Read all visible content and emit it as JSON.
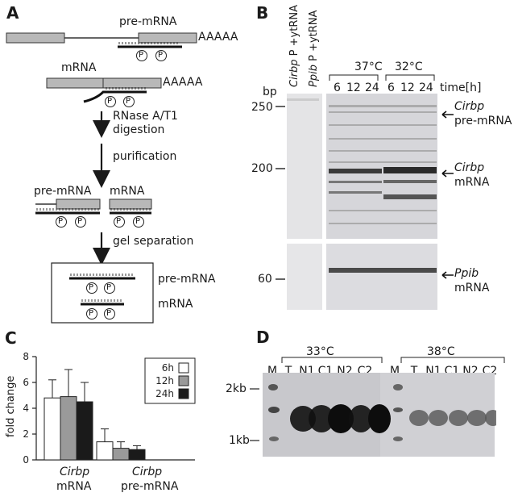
{
  "panel_labels": {
    "a": "A",
    "b": "B",
    "c": "C",
    "d": "D"
  },
  "panel_a": {
    "pre_mrna_top": "pre-mRNA",
    "polyA_top": "AAAAA",
    "mrna_label": "mRNA",
    "polyA_mid": "AAAAA",
    "step1_line1": "RNase A/T1",
    "step1_line2": "digestion",
    "step2": "purification",
    "frag_pre": "pre-mRNA",
    "frag_m": "mRNA",
    "step3": "gel separation",
    "box_pre": "pre-mRNA",
    "box_m": "mRNA",
    "phospho": "P"
  },
  "panel_b": {
    "lane1_gene": "Cirbp",
    "lane1_rest": "P +ytRNA",
    "lane2_gene": "Ppib",
    "lane2_rest": "P +ytRNA",
    "temp1": "37°C",
    "temp2": "32°C",
    "times": [
      "6",
      "12",
      "24",
      "6",
      "12",
      "24"
    ],
    "time_unit": "time[h]",
    "bp": "bp",
    "markers": [
      "250",
      "200",
      "60"
    ],
    "band1_gene": "Cirbp",
    "band1_type": "pre-mRNA",
    "band2_gene": "Cirbp",
    "band2_type": "mRNA",
    "band3_gene": "Ppib",
    "band3_type": "mRNA"
  },
  "panel_c": {
    "ylabel": "fold change",
    "yticks": [
      "0",
      "2",
      "4",
      "6",
      "8"
    ],
    "legend": [
      "6h",
      "12h",
      "24h"
    ],
    "groups": [
      {
        "gene": "Cirbp",
        "type": "mRNA"
      },
      {
        "gene": "Cirbp",
        "type": "pre-mRNA"
      }
    ]
  },
  "panel_d": {
    "temp1": "33°C",
    "temp2": "38°C",
    "lanes_left": [
      "M",
      "T",
      "N1",
      "C1",
      "N2",
      "C2"
    ],
    "lanes_right": [
      "M",
      "T",
      "N1",
      "C1",
      "N2",
      "C2"
    ],
    "size_2kb": "2kb",
    "size_1kb": "1kb"
  },
  "chart_data": {
    "type": "bar",
    "categories": [
      "Cirbp mRNA",
      "Cirbp pre-mRNA"
    ],
    "series": [
      {
        "name": "6h",
        "values": [
          4.8,
          1.4
        ],
        "errors": [
          1.4,
          1.0
        ],
        "color": "#ffffff"
      },
      {
        "name": "12h",
        "values": [
          4.9,
          0.9
        ],
        "errors": [
          2.1,
          0.5
        ],
        "color": "#9a9a9a"
      },
      {
        "name": "24h",
        "values": [
          4.5,
          0.8
        ],
        "errors": [
          1.5,
          0.3
        ],
        "color": "#1a1a1a"
      }
    ],
    "ylabel": "fold change",
    "ylim": [
      0,
      8
    ],
    "yticks": [
      0,
      2,
      4,
      6,
      8
    ],
    "legend": "top-right"
  }
}
